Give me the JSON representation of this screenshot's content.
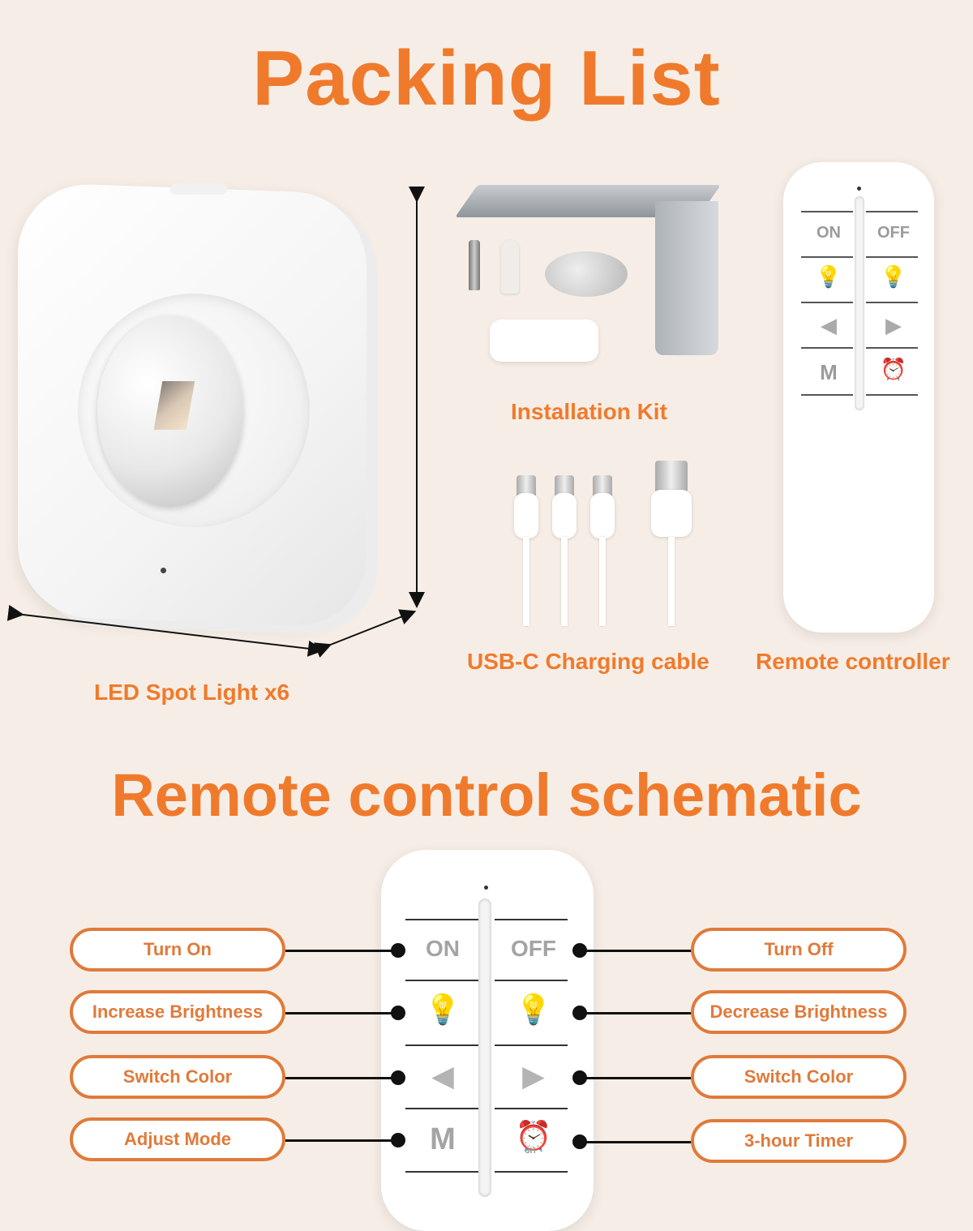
{
  "titles": {
    "packing": "Packing List",
    "schematic": "Remote control schematic"
  },
  "captions": {
    "spot_light": "LED Spot Light x6",
    "installation_kit": "Installation Kit",
    "cable": "USB-C Charging cable",
    "remote": "Remote controller"
  },
  "remote_keys": {
    "on": "ON",
    "off": "OFF",
    "increase_icon": "bulb-plus-icon",
    "decrease_icon": "bulb-minus-icon",
    "left_icon": "triangle-left-icon",
    "right_icon": "triangle-right-icon",
    "mode": "M",
    "timer_icon": "alarm-clock-icon",
    "timer_badge": "3H"
  },
  "functions": {
    "left": [
      "Turn On",
      "Increase Brightness",
      "Switch Color",
      "Adjust Mode"
    ],
    "right": [
      "Turn Off",
      "Decrease Brightness",
      "Switch Color",
      "3-hour Timer"
    ]
  },
  "colors": {
    "accent": "#f07a2c",
    "background": "#f6eee6",
    "pill_border": "#e07a3a"
  }
}
